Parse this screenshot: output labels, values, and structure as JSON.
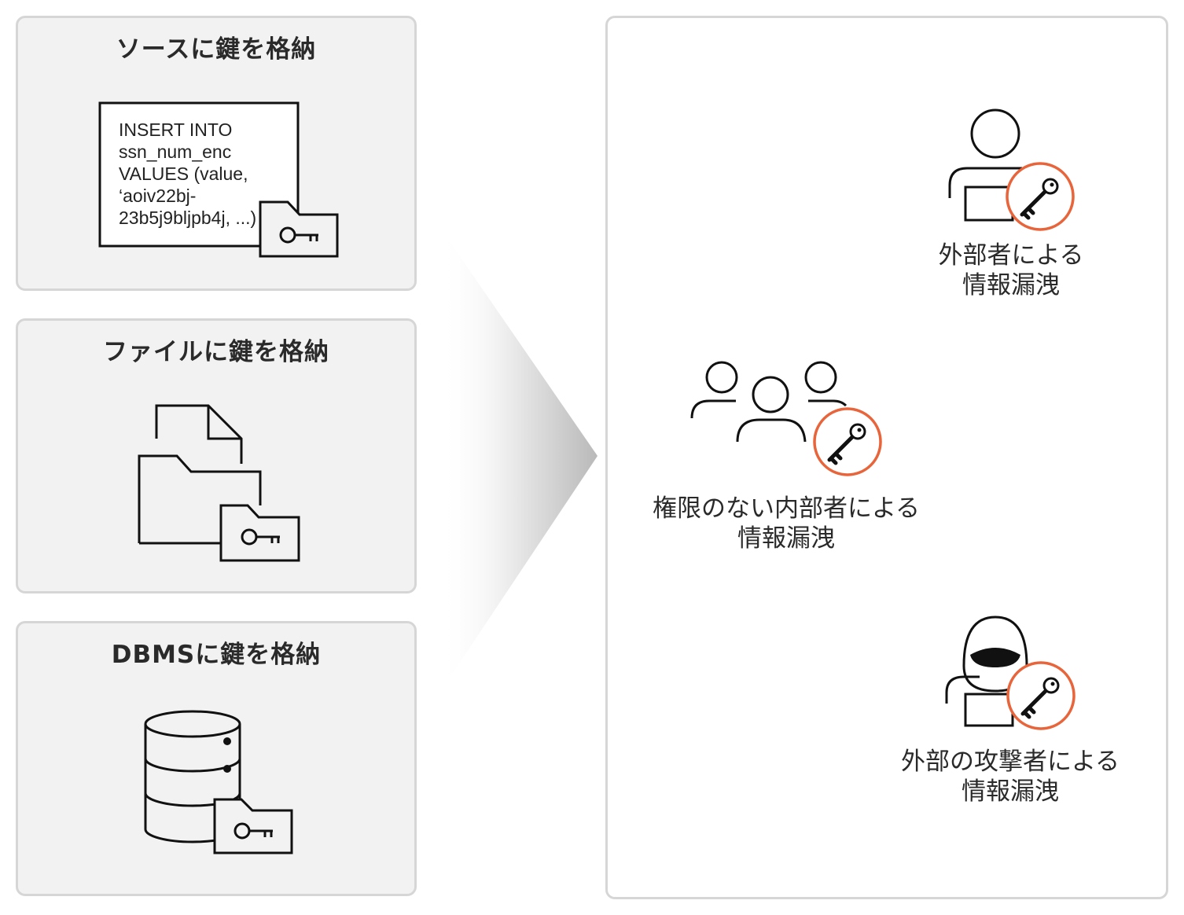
{
  "left_panels": [
    {
      "title": "ソースに鍵を格納",
      "code_lines": [
        "INSERT INTO",
        "ssn_num_enc",
        "VALUES (value,",
        "‘aoiv22bj-",
        "23b5j9bljpb4j, ...)"
      ]
    },
    {
      "title": "ファイルに鍵を格納"
    },
    {
      "title": "DBMSに鍵を格納"
    }
  ],
  "threats": [
    {
      "line1": "外部者による",
      "line2": "情報漏洩"
    },
    {
      "line1": "権限のない内部者による",
      "line2": "情報漏洩"
    },
    {
      "line1": "外部の攻撃者による",
      "line2": "情報漏洩"
    }
  ],
  "colors": {
    "accent": "#e8643a",
    "panel_bg": "#f2f2f2",
    "panel_border": "#d6d6d6"
  },
  "icons": [
    "source-code-icon",
    "folder-key-icon",
    "files-folder-icon",
    "database-icon",
    "person-icon",
    "group-icon",
    "hacker-icon",
    "key-badge-icon"
  ]
}
